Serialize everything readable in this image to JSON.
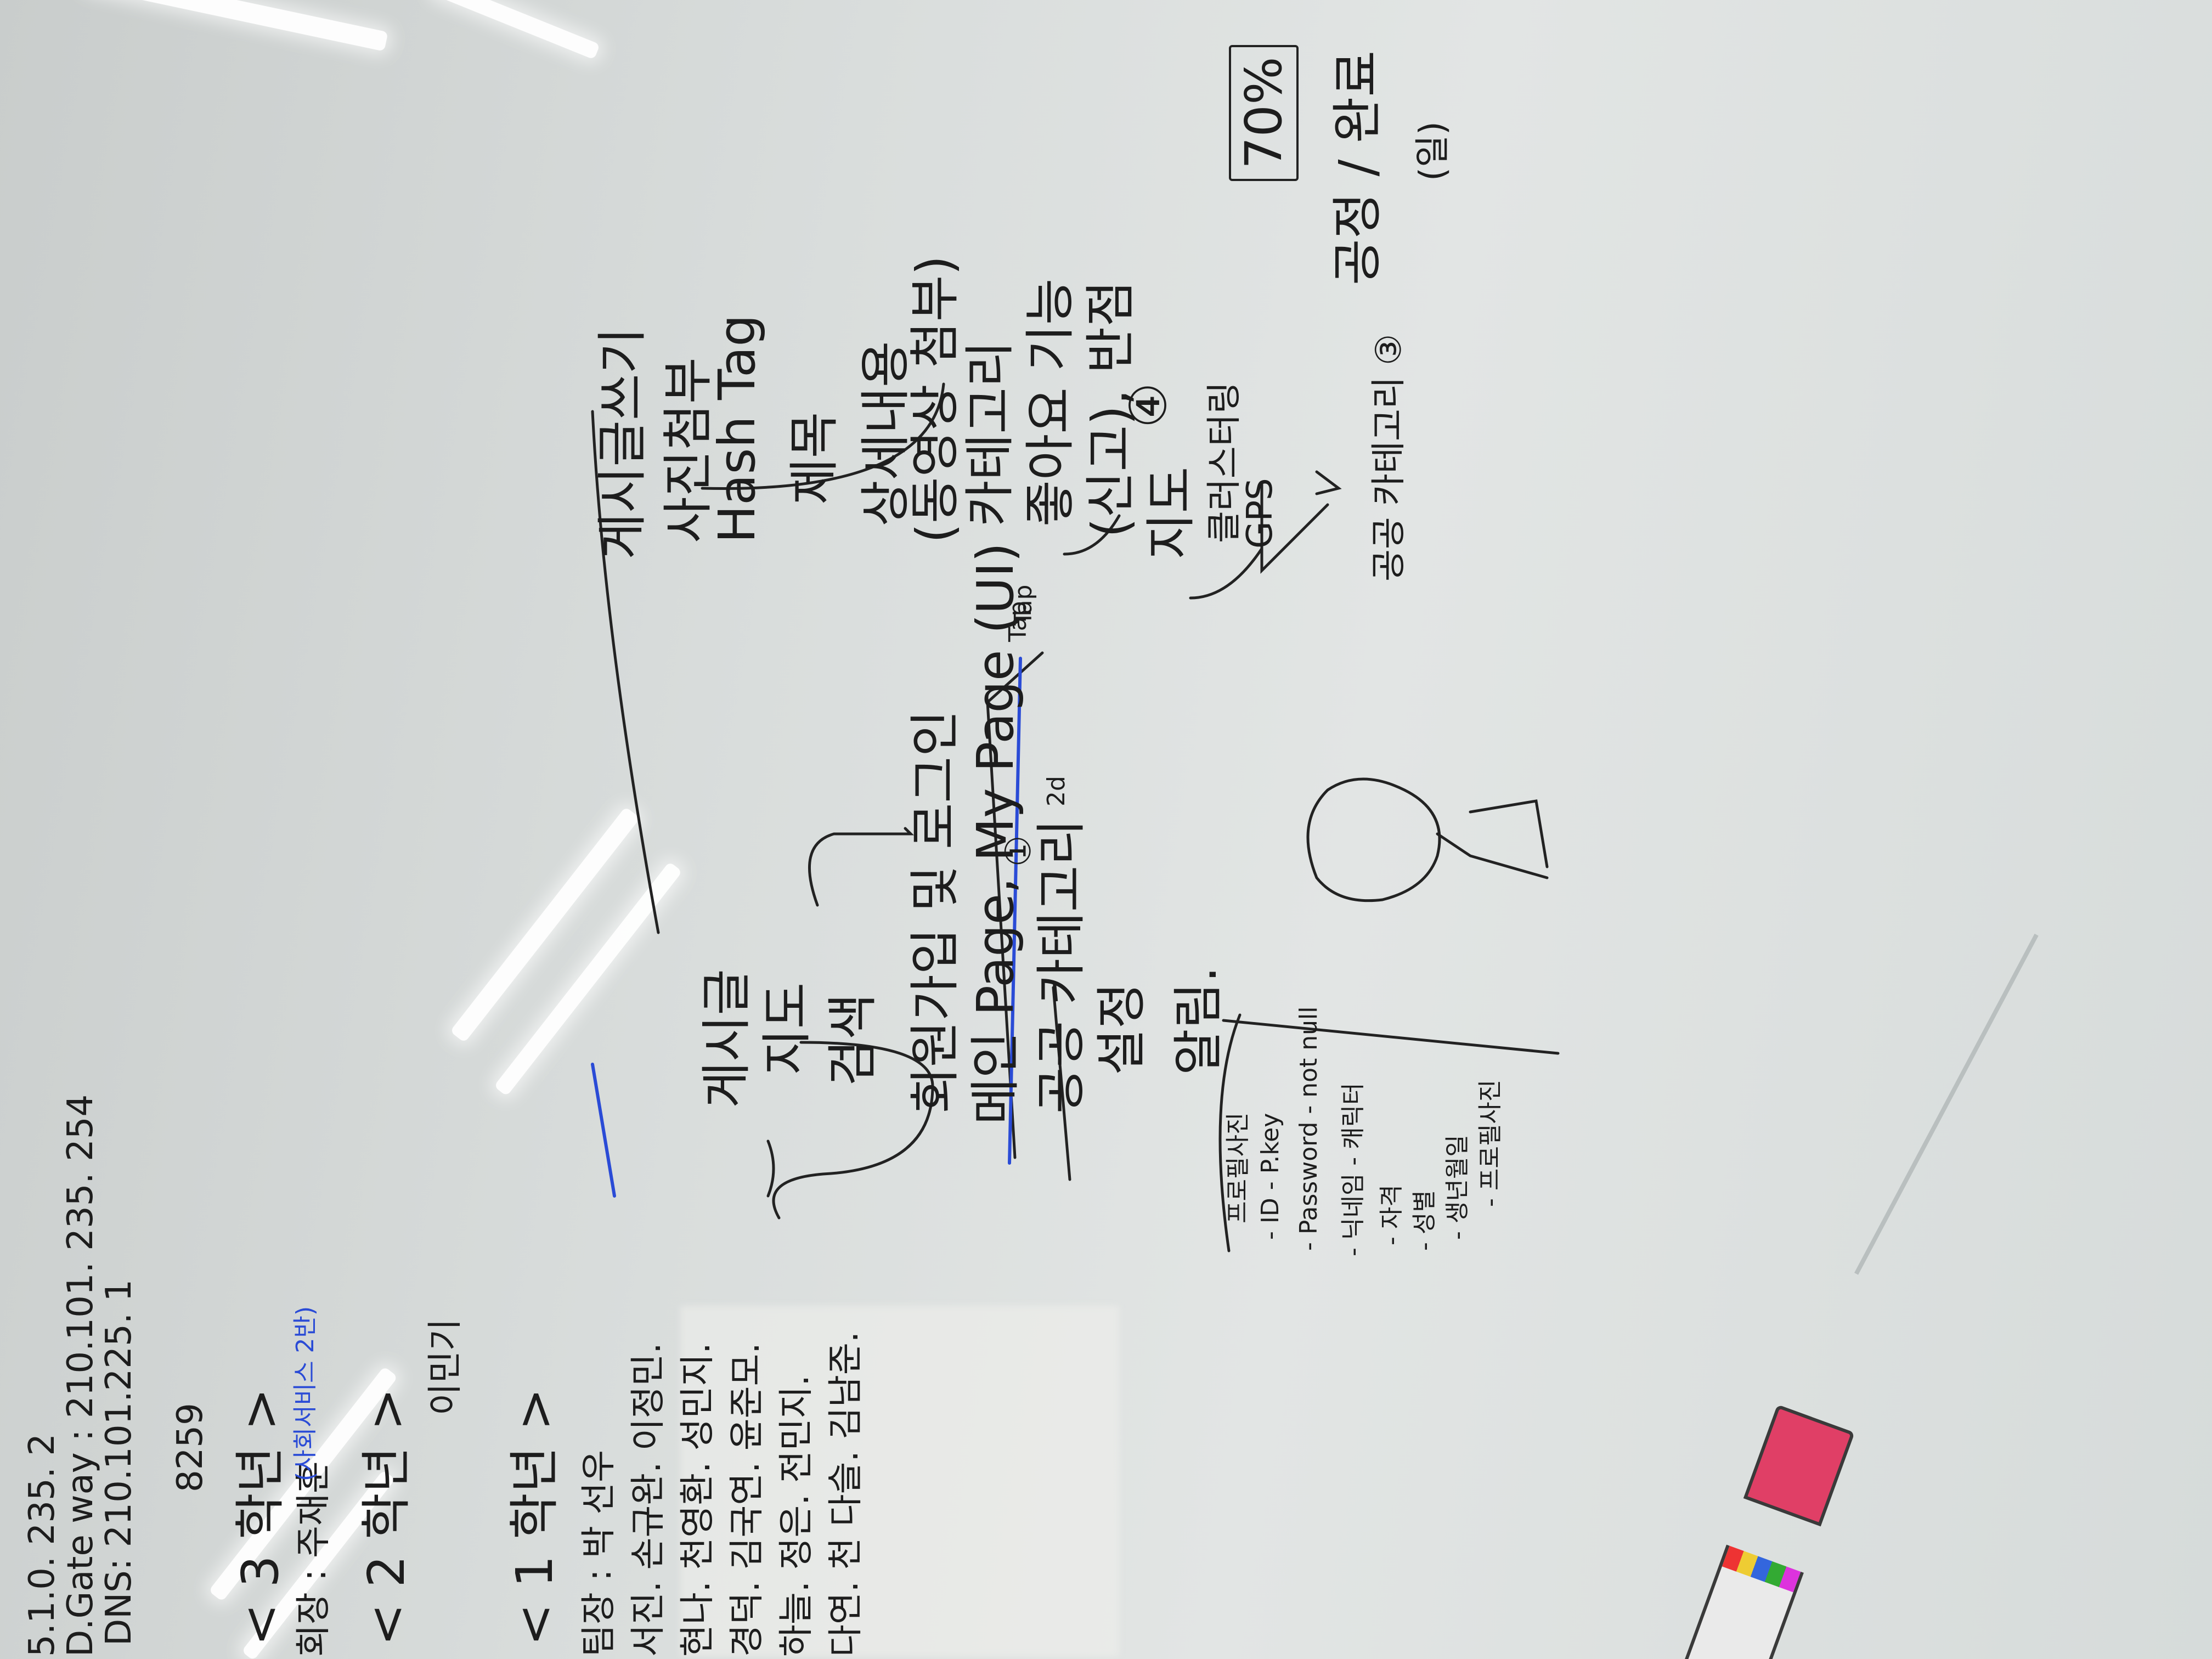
{
  "left_column": {
    "ip_line_1": "5.1.0. 235. 2",
    "gateway_line": "D.Gate way : 210.101. 235. 254",
    "dns_line": "DNS: 210.101.225. 1",
    "code_line": "8259",
    "grade_3_header": "< 3 학년 >",
    "grade_3_detail": "회장 : 주재훈",
    "grade_3_note": "(사회서비스 2반)",
    "grade_2_header": "< 2 학년 >",
    "grade_2_detail": "이민기",
    "grade_1_header": "< 1 학년 >",
    "grade_1_lead": "팀장 : 박 선우",
    "grade_1_row1": "서진. 손규완. 이정민.",
    "grade_1_row2": "현나. 천영환. 성민지.",
    "grade_1_row3": "경덕. 김국연. 윤준모.",
    "grade_1_row4": "하늘. 정은. 전민지.",
    "grade_1_row5": "다연. 천 다슬. 김남준."
  },
  "menu_list": {
    "items": [
      "게시글",
      "지도",
      "검색",
      "회원가입 및 로그인",
      "메인 Page, My Page (UI)",
      "공공 카테고리",
      "설정",
      "알림."
    ],
    "marks": [
      "①",
      "2d",
      "Tap"
    ]
  },
  "profile_list": {
    "title": "프로필사진",
    "items": [
      "- ID  - P.key",
      "- Password - not null",
      "- 닉네임 - 캐릭터",
      "- 자격",
      "- 성별",
      "- 생년월일",
      "- 프로필사진"
    ]
  },
  "post_detail": {
    "title": "게시글쓰기",
    "items": [
      "사진첨부",
      "Hash Tag",
      "제목",
      "상세내용",
      "(동영상 첨부)",
      "카테고리",
      "좋아요 기능",
      "(신고), 반점"
    ]
  },
  "map_detail": {
    "title": "지도",
    "items": [
      "클러스터링",
      "GPS"
    ],
    "mark": "④"
  },
  "bottom_right": {
    "category_label": "공공 카테고리 ③",
    "status_box": "70%",
    "status_label": "공정 / 완료",
    "note": "(일)",
    "arrow_label": "Tap"
  },
  "colors": {
    "ink": "#1d1d1d",
    "blue_ink": "#2a4bd6",
    "board": "#dcdfde"
  }
}
